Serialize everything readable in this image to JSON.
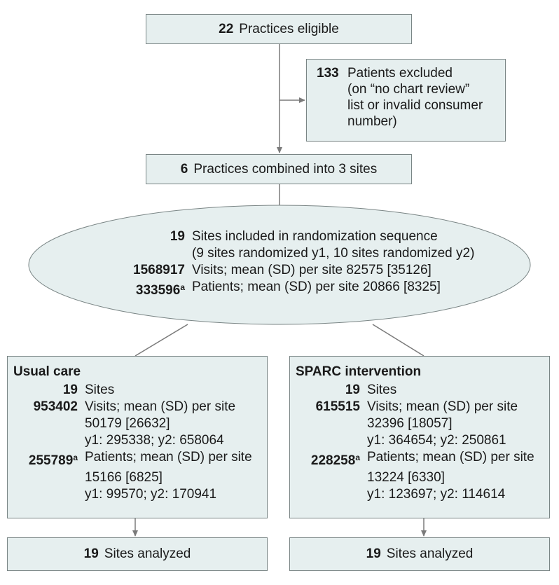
{
  "eligible": {
    "num": "22",
    "text": "Practices eligible"
  },
  "excluded": {
    "num": "133",
    "lines": [
      "Patients excluded",
      "(on “no chart review”",
      "list or invalid consumer",
      "number)"
    ]
  },
  "combined": {
    "num": "6",
    "text": "Practices combined into 3 sites"
  },
  "randomization": {
    "sites_num": "19",
    "sites_text": "Sites included in randomization sequence",
    "sites_note": "(9 sites randomized y1, 10 sites randomized y2)",
    "visits_num": "1568917",
    "visits_text": "Visits; mean (SD) per site 82575 [35126]",
    "patients_num": "333596",
    "patients_sup": "a",
    "patients_text": "Patients; mean (SD) per site 20866 [8325]"
  },
  "usual_care": {
    "title": "Usual care",
    "sites_num": "19",
    "sites_text": "Sites",
    "visits_num": "953402",
    "visits_line1": "Visits; mean (SD) per site",
    "visits_line2": "50179 [26632]",
    "visits_line3": "y1: 295338; y2: 658064",
    "patients_num": "255789",
    "patients_sup": "a",
    "patients_line1": "Patients; mean (SD) per site",
    "patients_line2": "15166 [6825]",
    "patients_line3": "y1: 99570; y2: 170941"
  },
  "sparc": {
    "title": "SPARC intervention",
    "sites_num": "19",
    "sites_text": "Sites",
    "visits_num": "615515",
    "visits_line1": "Visits; mean (SD) per site",
    "visits_line2": "32396 [18057]",
    "visits_line3": "y1: 364654; y2: 250861",
    "patients_num": "228258",
    "patients_sup": "a",
    "patients_line1": "Patients; mean (SD) per site",
    "patients_line2": "13224 [6330]",
    "patients_line3": "y1: 123697; y2: 114614"
  },
  "analyzed_left": {
    "num": "19",
    "text": "Sites analyzed"
  },
  "analyzed_right": {
    "num": "19",
    "text": "Sites analyzed"
  },
  "colors": {
    "box_fill": "#e6efef",
    "border": "#7a8585",
    "line": "#7a7a7a"
  }
}
